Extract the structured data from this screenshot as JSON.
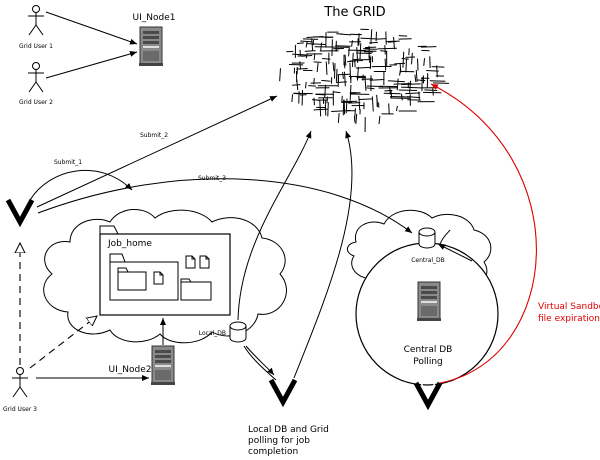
{
  "title": "The GRID",
  "nodes": {
    "ui_node1": "UI_Node1",
    "ui_node2": "UI_Node2",
    "job_home": "Job_home",
    "local_db": "Local_DB",
    "central_db": "Central_DB"
  },
  "users": {
    "user1": "Grid User 1",
    "user2": "Grid User 2",
    "user3": "Grid User 3"
  },
  "edges": {
    "submit1": "Submit_1",
    "submit2": "Submit_2",
    "submit3": "Submit_3"
  },
  "notes": {
    "central_polling_1": "Central DB",
    "central_polling_2": "Polling",
    "local_polling_1": "Local DB and Grid",
    "local_polling_2": "polling for job",
    "local_polling_3": "completion",
    "vsb_1": "Virtual Sandbox",
    "vsb_2": "file expiration"
  },
  "colors": {
    "line": "#000000",
    "expiration": "#e00000",
    "server_body": "#8a8a8a",
    "server_dark": "#4a4a4a"
  }
}
